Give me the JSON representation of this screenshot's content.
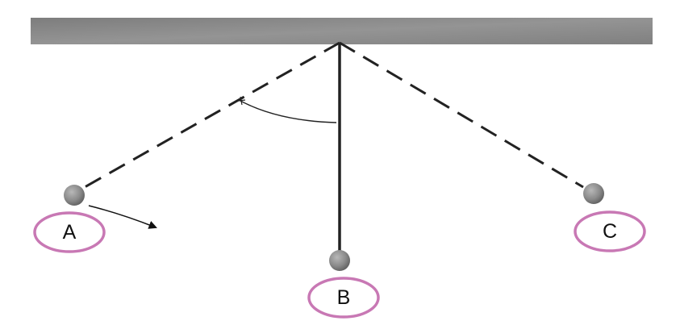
{
  "positions": [
    {
      "label": "A"
    },
    {
      "label": "B"
    },
    {
      "label": "C"
    }
  ],
  "colors": {
    "ceiling": "#8a8a8a",
    "string": "#222222",
    "bob": "#8d8d8d",
    "label_ring": "#c878b4",
    "arrow": "#111111"
  }
}
